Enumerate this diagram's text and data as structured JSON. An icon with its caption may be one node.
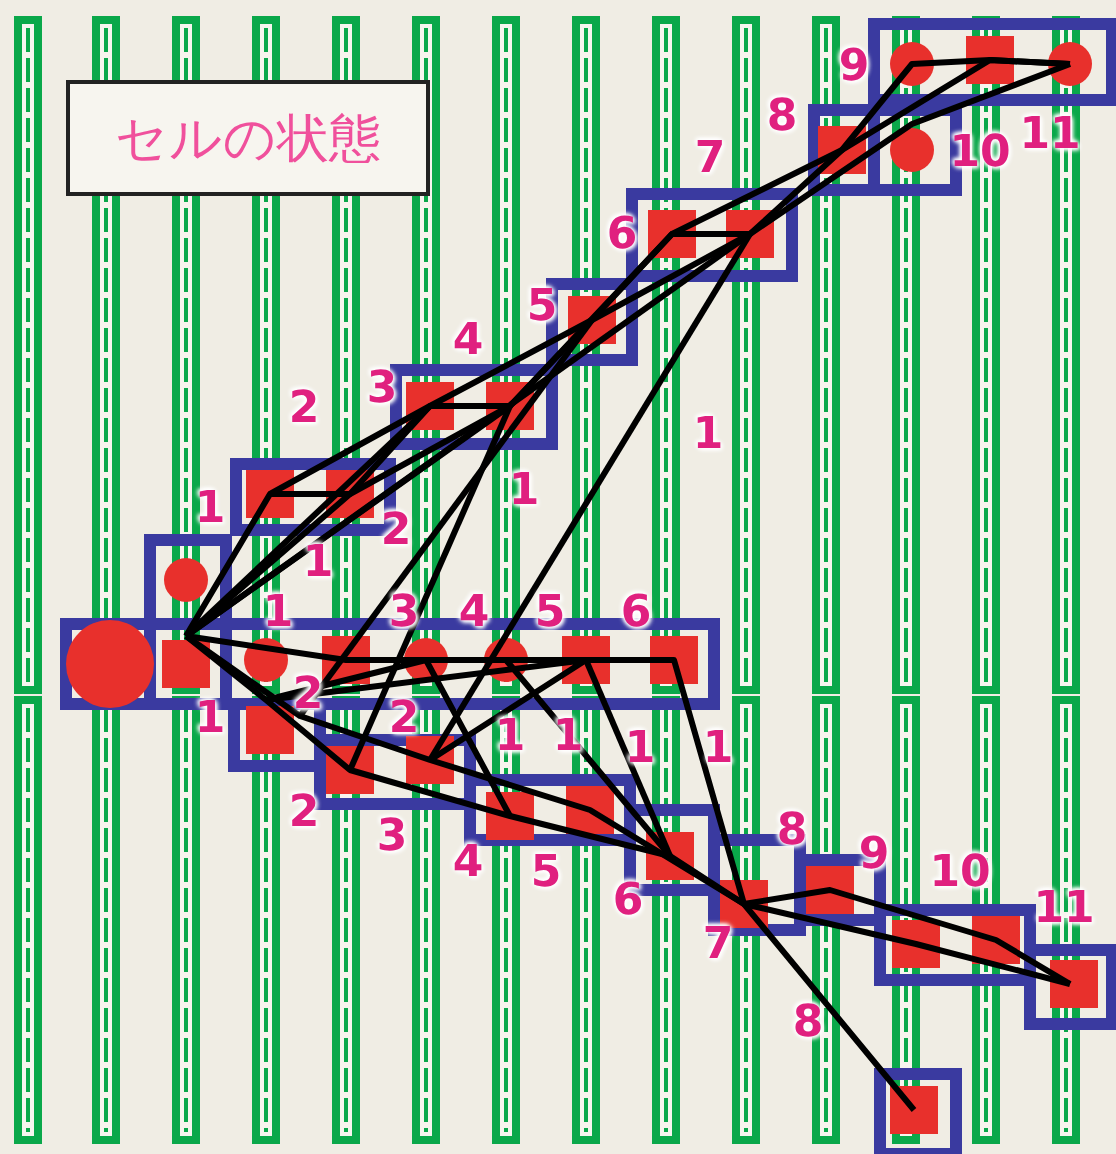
{
  "diagram": {
    "nodes": [
      {
        "text": [
          "セルの状態"
        ]
      }
    ],
    "labels": [
      "9",
      "7",
      "8",
      "10",
      "11",
      "6",
      "5",
      "4",
      "3",
      "2",
      "1",
      "1",
      "1",
      "2",
      "1",
      "1",
      "3",
      "4",
      "5",
      "6",
      "2",
      "1",
      "2",
      "1",
      "1",
      "1",
      "1",
      "2",
      "3",
      "4",
      "5",
      "6",
      "7",
      "8",
      "8",
      "9",
      "10",
      "11"
    ]
  }
}
